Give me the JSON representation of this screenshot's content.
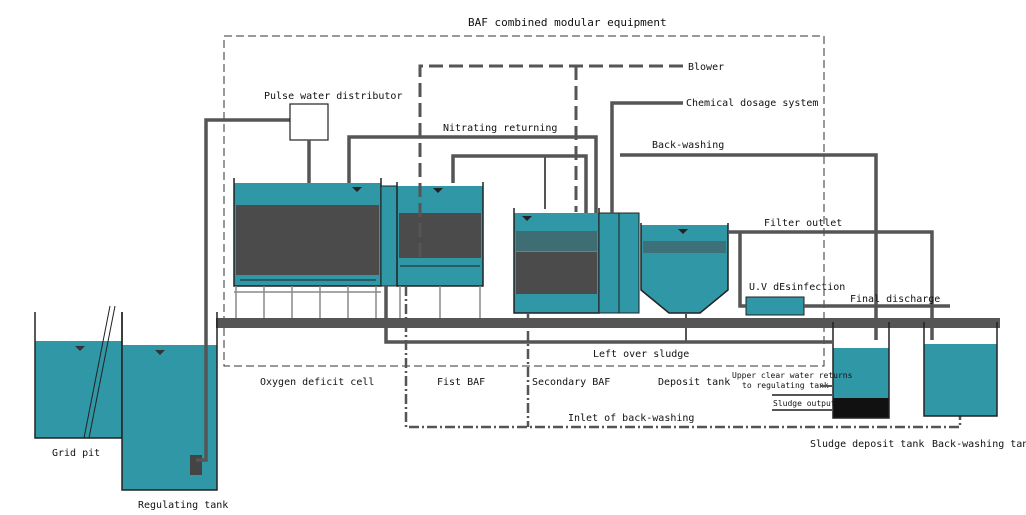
{
  "colors": {
    "water": "#2f97a6",
    "media": "#4b4b4b",
    "pipe": "#555555",
    "sludge": "#111111"
  },
  "labels": {
    "title": "BAF combined modular equipment",
    "blower": "Blower",
    "pulse_distributor": "Pulse water distributor",
    "chemical_dosage": "Chemical dosage system",
    "nitrating_returning": "Nitrating returning",
    "back_washing": "Back-washing",
    "filter_outlet": "Filter outlet",
    "uv_disinfection": "U.V dEsinfection",
    "final_discharge": "Final discharge",
    "left_over_sludge": "Left over sludge",
    "oxygen_deficit_cell": "Oxygen deficit cell",
    "fist_baf": "Fist BAF",
    "secondary_baf": "Secondary BAF",
    "deposit_tank": "Deposit tank",
    "upper_clear_water_1": "Upper clear water returns",
    "upper_clear_water_2": "to regulating tank",
    "sludge_output": "Sludge output",
    "inlet_back_washing": "Inlet of back-washing",
    "grid_pit": "Grid pit",
    "regulating_tank": "Regulating tank",
    "sludge_deposit_tank": "Sludge deposit tank",
    "back_washing_tank": "Back-washing tank"
  }
}
